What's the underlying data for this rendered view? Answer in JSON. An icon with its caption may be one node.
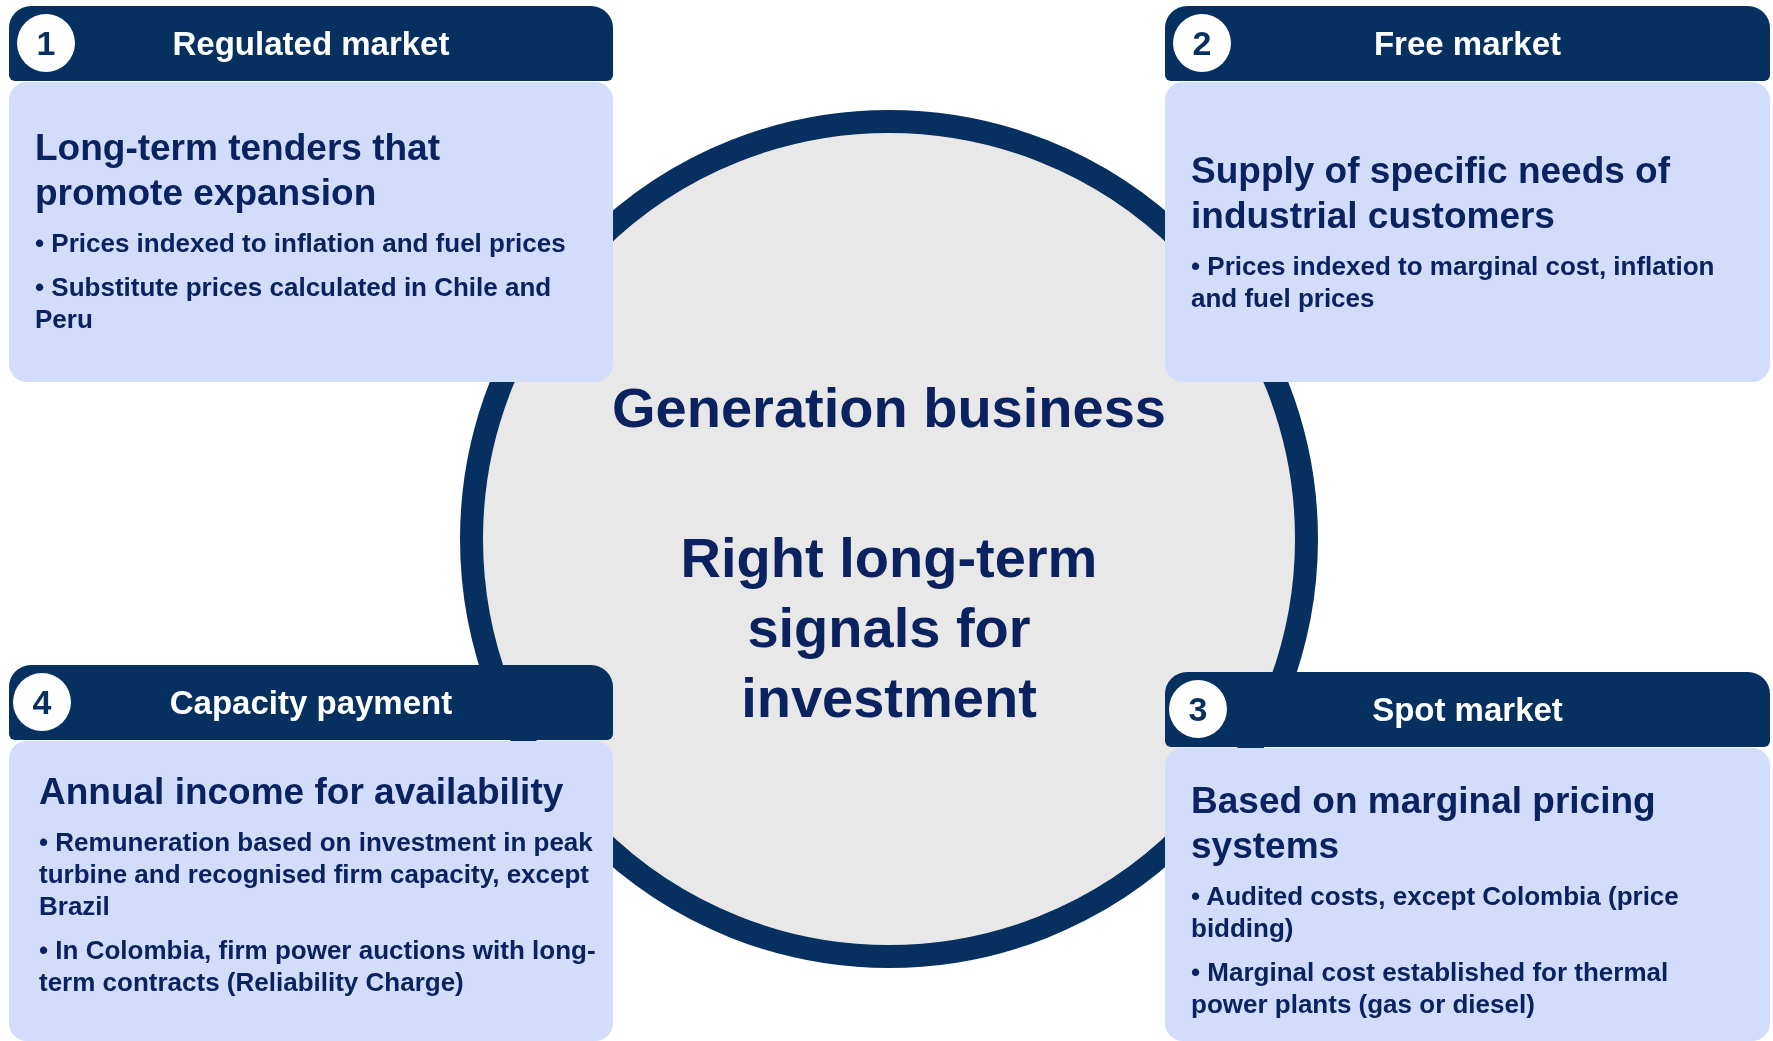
{
  "diagram": {
    "nodes": [
      {
        "text": [
          "Regulated market"
        ]
      },
      {
        "text": [
          "1"
        ],
        "in": 0
      },
      {
        "text": [
          "Long-term tenders that promote expansion",
          "• Prices indexed to inflation and fuel prices",
          "• Substitute prices calculated in Chile and Peru"
        ]
      },
      {
        "text": [
          "Free market"
        ]
      },
      {
        "text": [
          "2"
        ],
        "in": 3
      },
      {
        "text": [
          "Supply of specific needs of industrial customers",
          "•  Prices indexed to marginal cost, inflation and fuel prices"
        ]
      },
      {
        "text": [
          "Generation business",
          "Right long-term signals for investment"
        ]
      },
      {
        "text": [
          "Capacity payment"
        ]
      },
      {
        "text": [
          "4"
        ],
        "in": 7
      },
      {
        "text": [
          "Annual income for availability",
          "• Remuneration based on investment in peak turbine and recognised firm capacity, except Brazil",
          "• In Colombia, firm power auctions with long-term contracts (Reliability Charge)"
        ]
      },
      {
        "text": [
          "Spot market"
        ]
      },
      {
        "text": [
          "3"
        ]
      },
      {
        "text": [
          "Based on marginal pricing systems",
          "• Audited costs, except Colombia (price bidding)",
          "• Marginal cost established for thermal power plants (gas or diesel)"
        ]
      }
    ]
  }
}
